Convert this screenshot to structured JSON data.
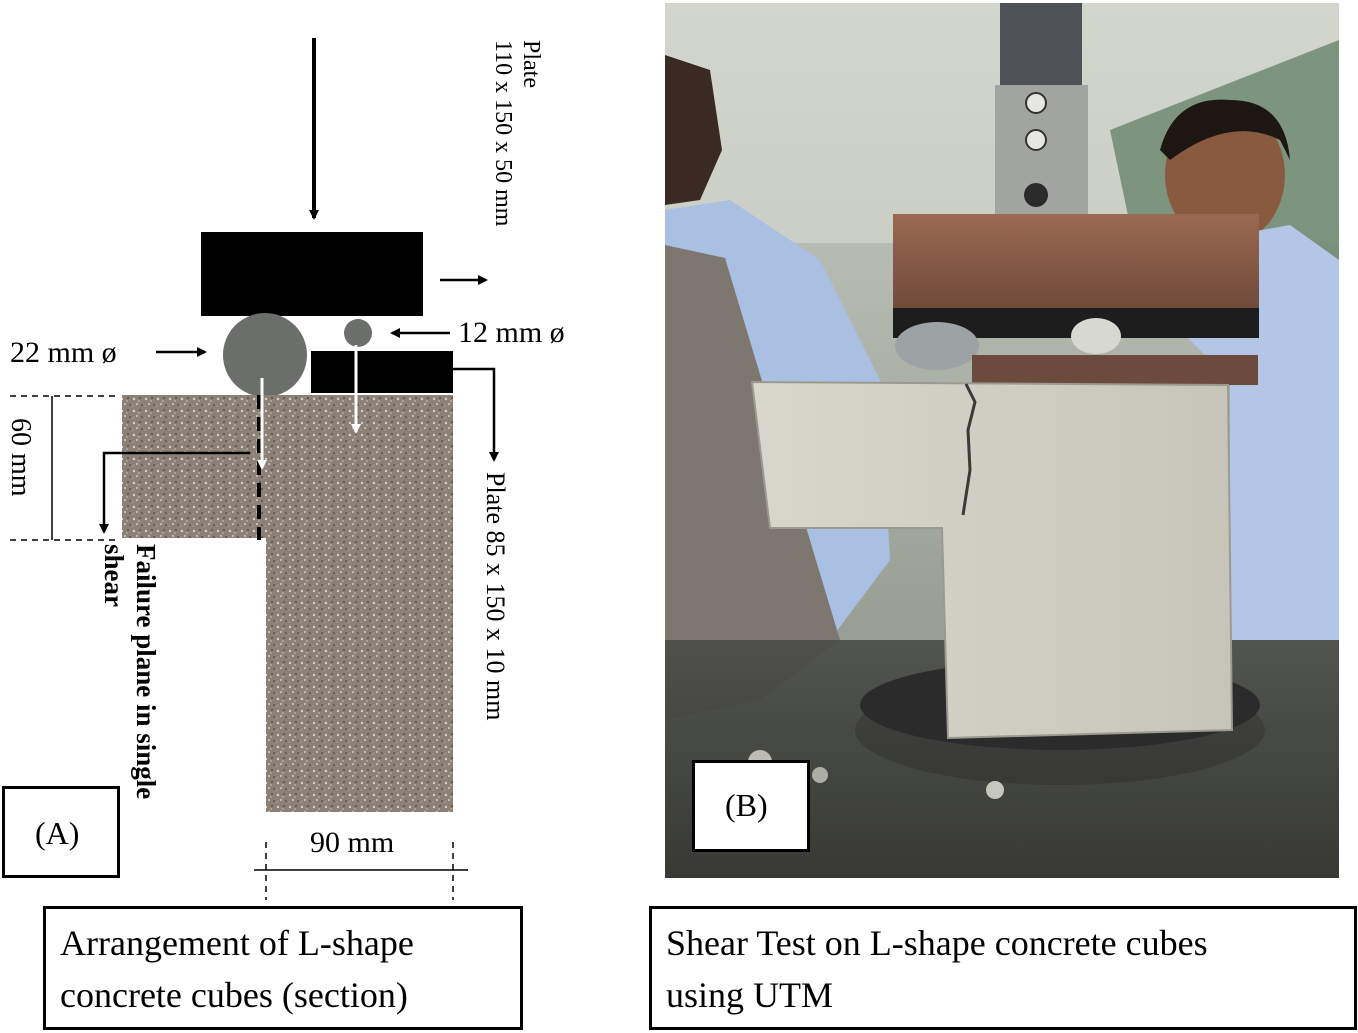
{
  "panel_a": {
    "tag": "(A)",
    "caption": "Arrangement of L-shape concrete cubes (section)",
    "plate_top": "Plate 110 x 150 x 50 mm",
    "plate_top_line1": "Plate",
    "plate_top_line2": "110 x 150 x 50 mm",
    "roller_large": "22 mm ø",
    "roller_small": "12 mm ø",
    "plate_bottom": "Plate  85 x 150 x 10 mm",
    "height_dim": "60 mm",
    "width_dim": "90 mm",
    "failure_line1": "Failure  plane  in  single",
    "failure_line2": "shear"
  },
  "panel_b": {
    "tag": "(B)",
    "caption": "Shear Test  on L-shape concrete cubes using UTM",
    "caption_line1": "Shear Test  on L-shape concrete cubes",
    "caption_line2": "using UTM"
  },
  "panel_a_caption_line1": "Arrangement of L-shape",
  "panel_a_caption_line2": "concrete cubes (section)",
  "colors": {
    "concrete": "#8f8478",
    "roller": "#6b6d6b",
    "plate": "#000000",
    "photo_wall": "#9aa096",
    "photo_shirt": "#a9bfe0"
  }
}
